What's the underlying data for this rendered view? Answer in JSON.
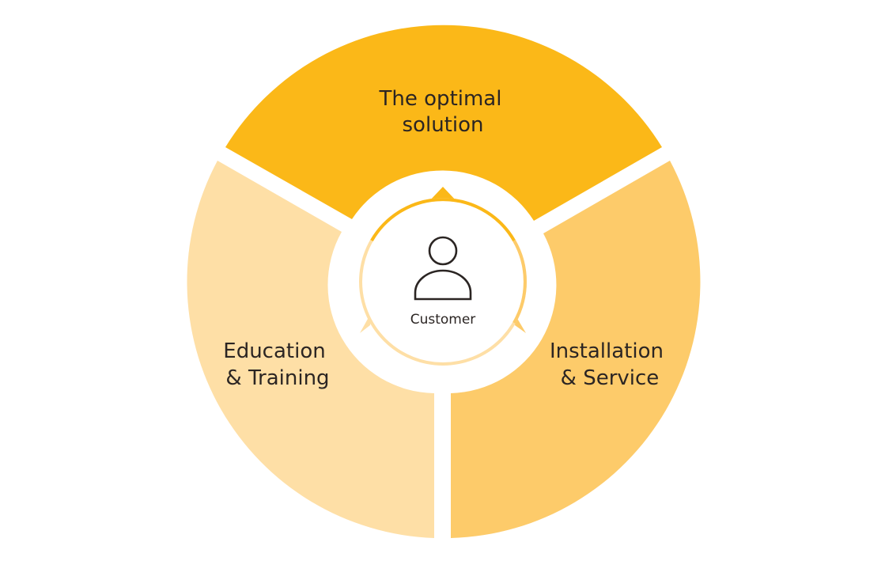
{
  "diagram": {
    "segments": [
      {
        "key": "top",
        "lines": [
          "The optimal",
          "solution"
        ],
        "color": "#FBB818"
      },
      {
        "key": "right",
        "lines": [
          "Installation",
          "& Service"
        ],
        "color": "#FDCB6A"
      },
      {
        "key": "left",
        "lines": [
          "Education",
          "& Training"
        ],
        "color": "#FEDFA6"
      }
    ],
    "center": {
      "label": "Customer",
      "icon": "person-icon"
    },
    "colors": {
      "inner_ring": "#FEDFA6",
      "inner_ring_accent": "#FBB818",
      "icon_stroke": "#2b2523",
      "background": "#ffffff"
    }
  }
}
